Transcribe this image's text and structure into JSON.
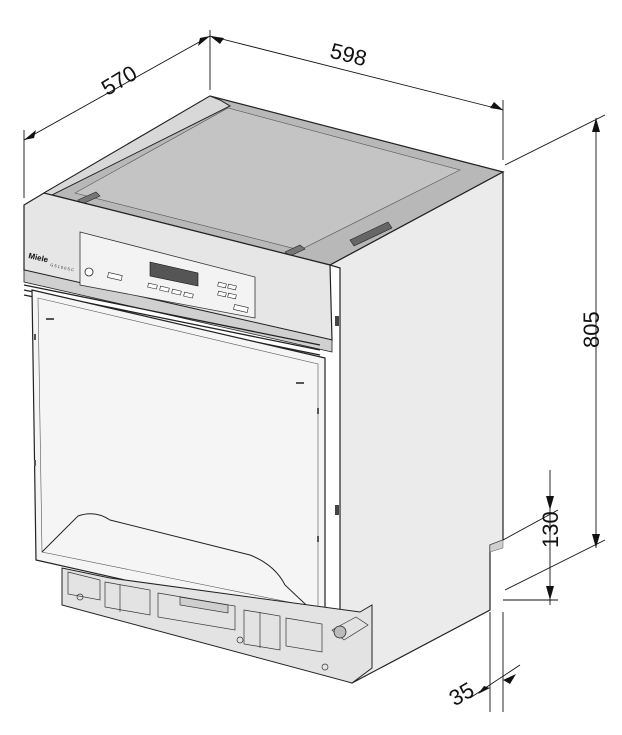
{
  "product": {
    "brand": "Miele",
    "model_line": "G 5 1 0 0 S C"
  },
  "dimensions": {
    "depth": "570",
    "width": "598",
    "height": "805",
    "plinth_height": "130",
    "plinth_depth": "35"
  },
  "colors": {
    "outline": "#222222",
    "top_panel": "#b9b9b9",
    "side_panel": "#e9e9e9",
    "door_panel": "#f4f4f4",
    "control_panel": "#e4e4e4",
    "display": "#555555"
  }
}
